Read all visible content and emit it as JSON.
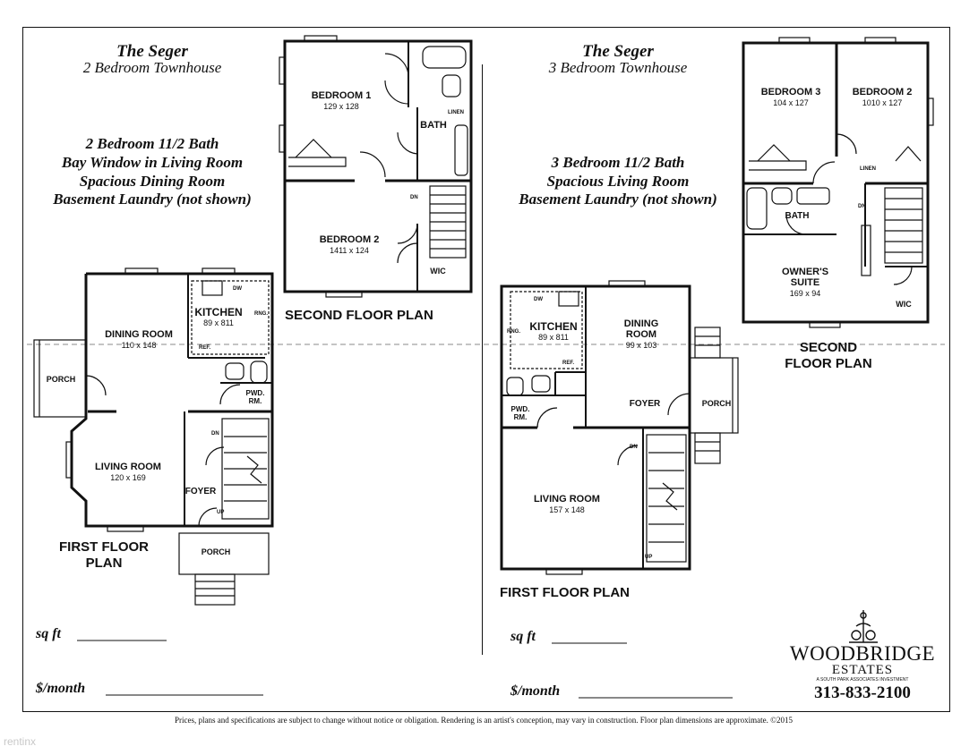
{
  "left": {
    "title": "The Seger",
    "subtitle": "2 Bedroom Townhouse",
    "features": [
      "2 Bedroom 11/2 Bath",
      "Bay Window in Living Room",
      "Spacious Dining Room",
      "Basement Laundry (not shown)"
    ],
    "second_floor_label": "SECOND FLOOR PLAN",
    "first_floor_label": [
      "FIRST FLOOR",
      "PLAN"
    ],
    "rooms": {
      "bedroom1": {
        "name": "BEDROOM 1",
        "dim": "129 x 128"
      },
      "bedroom2": {
        "name": "BEDROOM 2",
        "dim": "1411 x 124"
      },
      "bath": "BATH",
      "linen": "LINEN",
      "wic": "WIC",
      "dn_upper": "DN",
      "kitchen": {
        "name": "KITCHEN",
        "dim": "89 x 811"
      },
      "dining": {
        "name": "DINING ROOM",
        "dim": "110 x 148"
      },
      "living": {
        "name": "LIVING ROOM",
        "dim": "120 x 169"
      },
      "porch_side": "PORCH",
      "porch_front": "PORCH",
      "pwd": [
        "PWD.",
        "RM."
      ],
      "foyer": "FOYER",
      "dw": "DW",
      "ref": "REF.",
      "rng": "RNG.",
      "dn": "DN",
      "up": "UP"
    },
    "sqft_label": "sq ft",
    "month_label": "$/month"
  },
  "right": {
    "title": "The Seger",
    "subtitle": "3 Bedroom Townhouse",
    "features": [
      "3 Bedroom 11/2 Bath",
      "Spacious Living Room",
      "Basement Laundry (not shown)"
    ],
    "second_floor_label": [
      "SECOND",
      "FLOOR PLAN"
    ],
    "first_floor_label": "FIRST FLOOR PLAN",
    "rooms": {
      "bedroom3": {
        "name": "BEDROOM 3",
        "dim": "104 x 127"
      },
      "bedroom2": {
        "name": "BEDROOM 2",
        "dim": "1010 x 127"
      },
      "linen": "LINEN",
      "bath": "BATH",
      "owners": {
        "name": [
          "OWNER'S",
          "SUITE"
        ],
        "dim": "169 x 94"
      },
      "wic": "WIC",
      "dn_upper": "DN",
      "kitchen": {
        "name": "KITCHEN",
        "dim": "89 x 811"
      },
      "dining": {
        "name": [
          "DINING",
          "ROOM"
        ],
        "dim": "99 x 103"
      },
      "foyer": "FOYER",
      "porch": "PORCH",
      "pwd": [
        "PWD.",
        "RM."
      ],
      "living": {
        "name": "LIVING ROOM",
        "dim": "157 x 148"
      },
      "dw": "DW",
      "ref": "REF.",
      "rng": "RNG.",
      "dn": "DN",
      "up": "UP"
    },
    "sqft_label": "sq ft",
    "month_label": "$/month"
  },
  "brand": {
    "name": "WOODBRIDGE",
    "sub": "ESTATES",
    "tagline": "A SOUTH PARK ASSOCIATES INVESTMENT",
    "phone": "313-833-2100"
  },
  "disclaimer": "Prices, plans and specifications are subject to change without notice or obligation. Rendering is an artist's conception, may vary in construction. Floor plan dimensions are approximate. ©2015",
  "watermark": "rentinx"
}
